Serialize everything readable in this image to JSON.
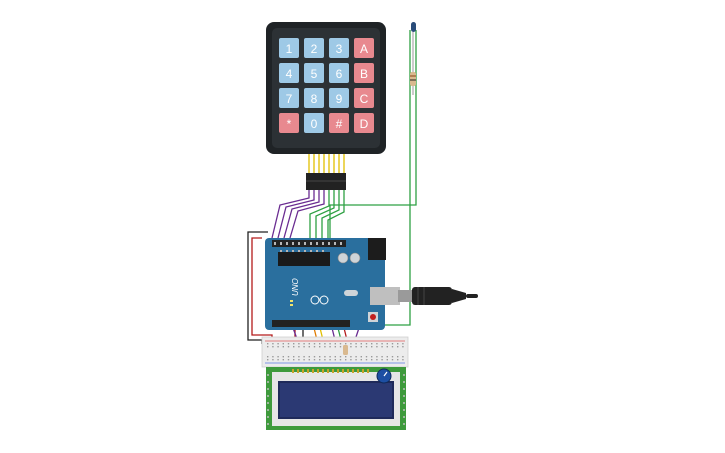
{
  "keypad": {
    "keys": [
      [
        "1",
        "2",
        "3",
        "A"
      ],
      [
        "4",
        "5",
        "6",
        "B"
      ],
      [
        "7",
        "8",
        "9",
        "C"
      ],
      [
        "*",
        "0",
        "#",
        "D"
      ]
    ],
    "colors": {
      "number": "#9ec9e6",
      "letter": "#e8898f",
      "body": "#1f2326"
    }
  },
  "arduino": {
    "model_label": "UNO",
    "colors": {
      "board": "#2a6f9e",
      "header": "#222222"
    }
  },
  "wire_colors": {
    "green": "#2ea043",
    "purple": "#6a2c91",
    "red": "#b31b1b",
    "black": "#222222",
    "orange": "#e07b00",
    "yellow": "#e2c000"
  },
  "lcd": {
    "colors": {
      "pcb": "#3e9a3c",
      "screen": "#1f2a5a",
      "pot": "#1d4fa3"
    }
  },
  "usb": {
    "colors": {
      "plug": "#222222",
      "port": "#bfbfbf"
    }
  }
}
